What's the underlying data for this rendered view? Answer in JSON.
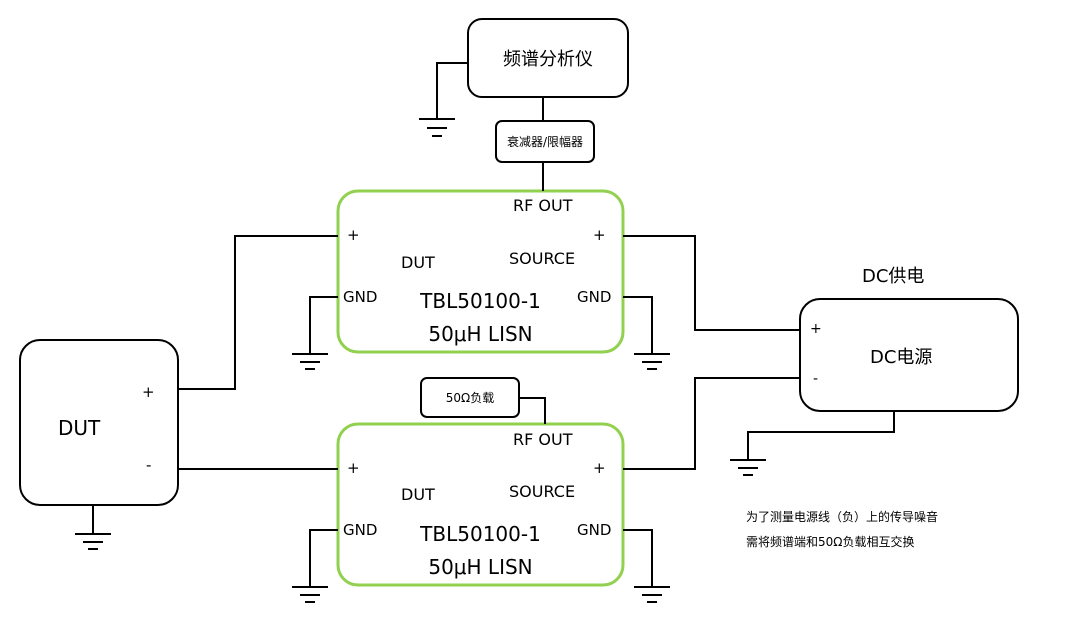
{
  "spectrum_analyzer": {
    "label": "频谱分析仪"
  },
  "attenuator": {
    "label": "衰减器/限幅器"
  },
  "load_50": {
    "label": "50Ω负载"
  },
  "lisn_top": {
    "rf_out": "RF OUT",
    "plus_left": "+",
    "plus_right": "+",
    "dut": "DUT",
    "source": "SOURCE",
    "gnd_left": "GND",
    "gnd_right": "GND",
    "model": "TBL50100-1",
    "type": "50μH LISN"
  },
  "lisn_bottom": {
    "rf_out": "RF OUT",
    "plus_left": "+",
    "plus_right": "+",
    "dut": "DUT",
    "source": "SOURCE",
    "gnd_left": "GND",
    "gnd_right": "GND",
    "model": "TBL50100-1",
    "type": "50μH LISN"
  },
  "dut_box": {
    "label": "DUT",
    "plus": "+",
    "minus": "-"
  },
  "dc_supply": {
    "caption": "DC供电",
    "label": "DC电源",
    "plus": "+",
    "minus": "-"
  },
  "note": {
    "line1": "为了测量电源线（负）上的传导噪音",
    "line2": "需将频谱端和50Ω负载相互交换"
  },
  "colors": {
    "lisn_border": "#92d050",
    "line": "#000000"
  }
}
